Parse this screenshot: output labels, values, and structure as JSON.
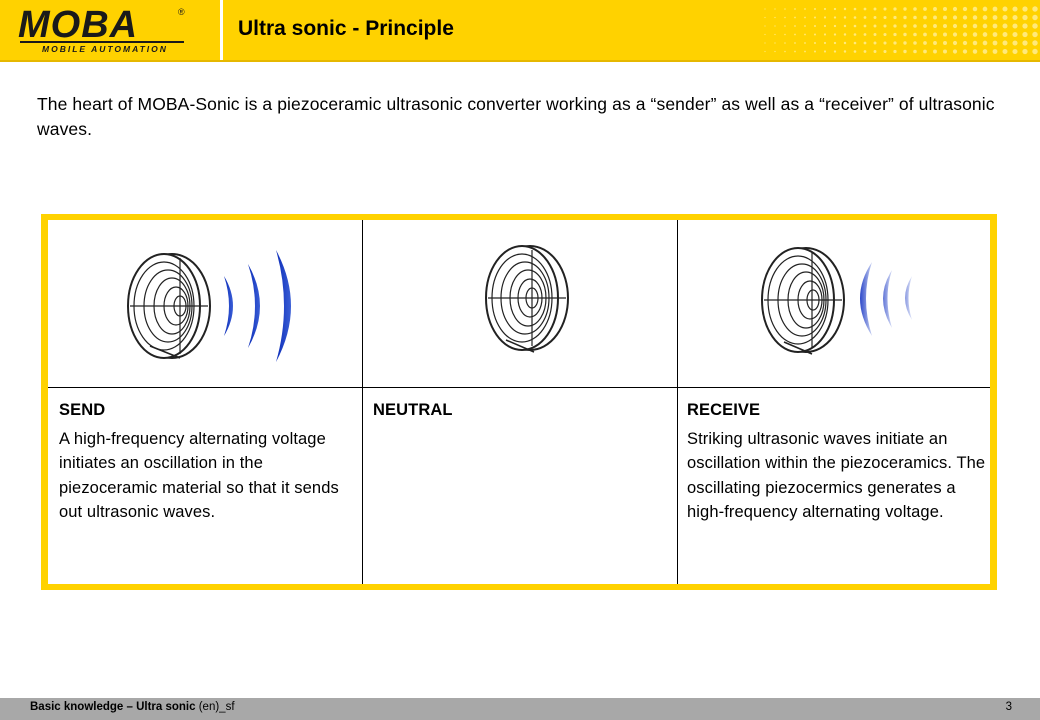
{
  "header": {
    "logo_text": "MOBA",
    "logo_sub": "MOBILE AUTOMATION",
    "logo_reg": "®",
    "title": "Ultra sonic - Principle"
  },
  "intro": "The heart of MOBA-Sonic is a piezoceramic ultrasonic converter working as a “sender” as well as a “receiver” of ultrasonic waves.",
  "table": {
    "columns": [
      {
        "heading": "SEND",
        "text": "A high-frequency alternating voltage initiates an oscillation in the piezoceramic material so that it sends out ultrasonic waves.",
        "icon": "sender-transducer-icon"
      },
      {
        "heading": "NEUTRAL",
        "text": "",
        "icon": "neutral-transducer-icon"
      },
      {
        "heading": "RECEIVE",
        "text": "Striking ultrasonic waves initiate an oscillation within the piezoceramics. The oscillating piezocermics generates a high-frequency alternating voltage.",
        "icon": "receiver-transducer-icon"
      }
    ]
  },
  "footer": {
    "label_bold": "Basic knowledge – Ultra sonic",
    "label_rest": " (en)_sf",
    "page": "3"
  },
  "colors": {
    "brand_yellow": "#ffd200",
    "wave_blue": "#1f3fc4",
    "footer_gray": "#a8a8a8"
  }
}
